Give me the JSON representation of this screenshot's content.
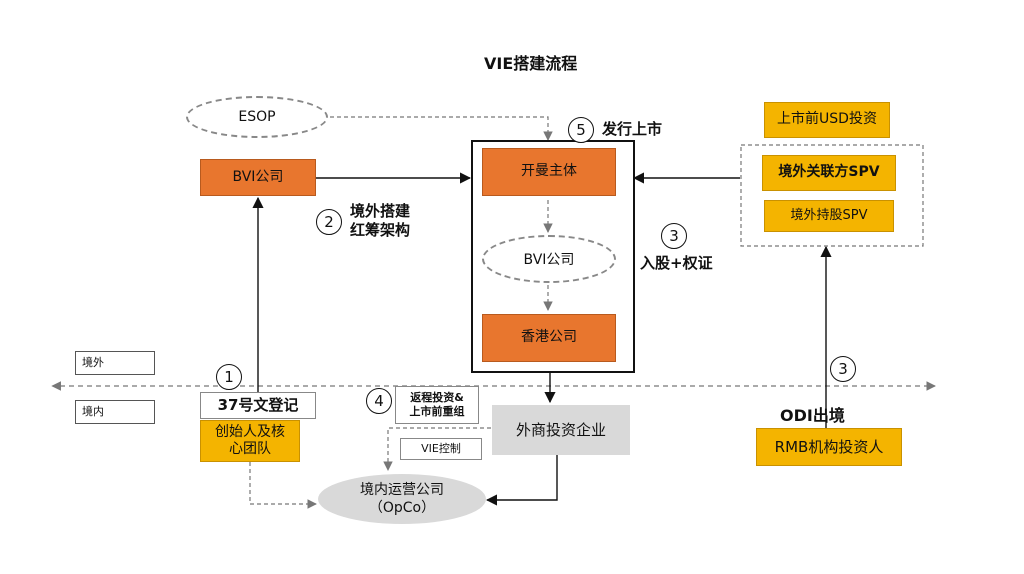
{
  "title": "VIE搭建流程",
  "nodes": {
    "esop": "ESOP",
    "bvi_left": "BVI公司",
    "cayman": "开曼主体",
    "bvi_middle": "BVI公司",
    "hongkong": "香港公司",
    "pre_ipo_usd": "上市前USD投资",
    "offshore_related_spv": "境外关联方SPV",
    "offshore_holding_spv": "境外持股SPV",
    "doc37": "37号文登记",
    "founders_line1": "创始人及核",
    "founders_line2": "心团队",
    "wfoe": "外商投资企业",
    "opco_line1": "境内运营公司",
    "opco_line2": "（OpCo）",
    "rmb_investor": "RMB机构投资人",
    "vie_control": "VIE控制"
  },
  "region_labels": {
    "offshore": "境外",
    "onshore": "境内"
  },
  "steps": {
    "step1": {
      "num": "1"
    },
    "step2": {
      "num": "2",
      "line1": "境外搭建",
      "line2": "红筹架构"
    },
    "step3a": {
      "num": "3",
      "label": "入股+权证"
    },
    "step3b": {
      "num": "3",
      "label": "ODI出境"
    },
    "step4": {
      "num": "4",
      "line1": "返程投资&",
      "line2": "上市前重组"
    },
    "step5": {
      "num": "5",
      "label": "发行上市"
    }
  },
  "colors": {
    "orange": "#e8762e",
    "yellow": "#f4b400",
    "grey": "#d9d9d9",
    "line": "#111111",
    "dashed": "#777777"
  }
}
